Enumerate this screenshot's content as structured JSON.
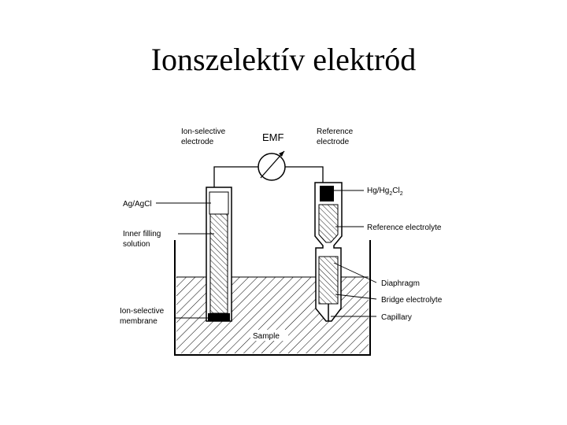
{
  "title": "Ionszelektív elektród",
  "diagram": {
    "emf": "EMF",
    "ise_label": [
      "Ion-selective",
      "electrode"
    ],
    "ref_label": [
      "Reference",
      "electrode"
    ],
    "agagcl": "Ag/AgCl",
    "inner_filling": [
      "Inner filling",
      "solution"
    ],
    "membrane": [
      "Ion-selective",
      "membrane"
    ],
    "sample": "Sample",
    "hg_main": "Hg/Hg",
    "hg_sub": "2",
    "hg_cl": "Cl",
    "hg_sub2": "2",
    "ref_electrolyte": "Reference electrolyte",
    "diaphragm": "Diaphragm",
    "bridge_electrolyte": "Bridge electrolyte",
    "capillary": "Capillary"
  }
}
